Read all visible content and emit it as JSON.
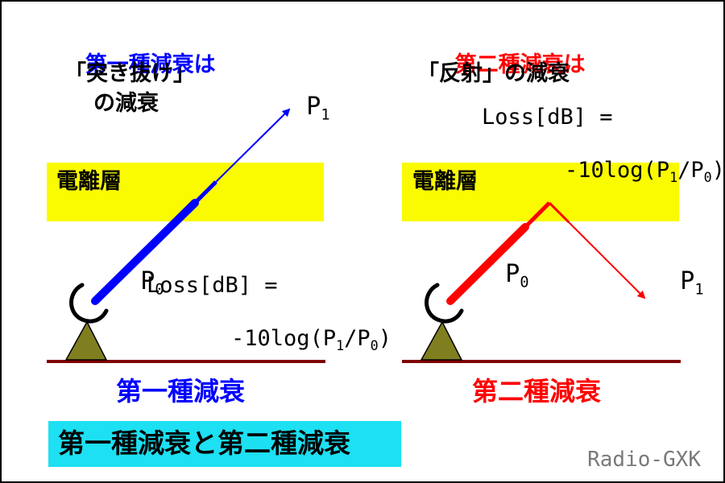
{
  "left_panel": {
    "title_line1": "第一種減衰は",
    "title_line2": "「突き抜け」",
    "title_line3": "の減衰",
    "layer_label": "電離層",
    "p0_main": "P",
    "p0_sub": "0",
    "p1_main": "P",
    "p1_sub": "1",
    "formula_line1": "Loss[dB] =",
    "formula_line2_a": "-10log(P",
    "formula_line2_b": "1",
    "formula_line2_c": "/P",
    "formula_line2_d": "0",
    "formula_line2_e": ")",
    "caption": "第一種減衰",
    "accent_color": "#0000ff"
  },
  "right_panel": {
    "title_line1": "第二種減衰は",
    "title_line2": "「反射」の減衰",
    "layer_label": "電離層",
    "p0_main": "P",
    "p0_sub": "0",
    "p1_main": "P",
    "p1_sub": "1",
    "formula_line1": "Loss[dB] =",
    "formula_line2_a": "-10log(P",
    "formula_line2_b": "1",
    "formula_line2_c": "/P",
    "formula_line2_d": "0",
    "formula_line2_e": ")",
    "caption": "第二種減衰",
    "accent_color": "#ff0000"
  },
  "footer": {
    "caption": "第一種減衰と第二種減衰",
    "credit": "Radio-GXK"
  },
  "colors": {
    "ionosphere": "#fafa00",
    "ground": "#800000",
    "antenna_base": "#7f7f20",
    "caption_bg": "#1de0f2"
  }
}
